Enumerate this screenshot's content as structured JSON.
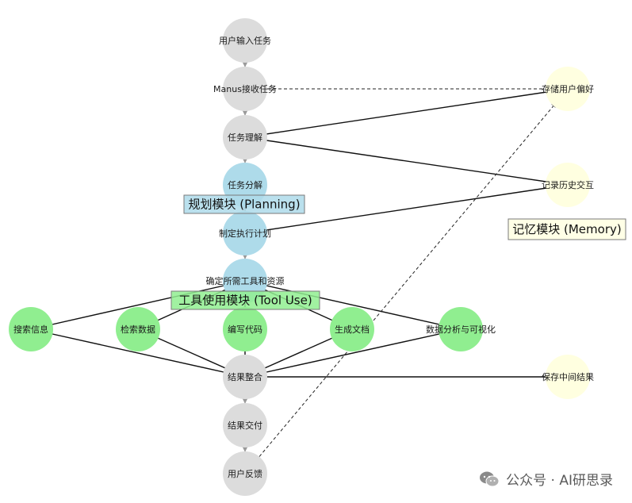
{
  "nodes": [
    {
      "id": "n1",
      "label": "用户输入任务",
      "group": "core"
    },
    {
      "id": "n2",
      "label": "Manus接收任务",
      "group": "core"
    },
    {
      "id": "n3",
      "label": "任务理解",
      "group": "core"
    },
    {
      "id": "n4",
      "label": "任务分解",
      "group": "planning"
    },
    {
      "id": "n5",
      "label": "制定执行计划",
      "group": "planning"
    },
    {
      "id": "n6",
      "label": "确定所需工具和资源",
      "group": "planning"
    },
    {
      "id": "t1",
      "label": "搜索信息",
      "group": "tool"
    },
    {
      "id": "t2",
      "label": "检索数据",
      "group": "tool"
    },
    {
      "id": "t3",
      "label": "编写代码",
      "group": "tool"
    },
    {
      "id": "t4",
      "label": "生成文档",
      "group": "tool"
    },
    {
      "id": "t5",
      "label": "数据分析与可视化",
      "group": "tool"
    },
    {
      "id": "n7",
      "label": "结果整合",
      "group": "core"
    },
    {
      "id": "n8",
      "label": "结果交付",
      "group": "core"
    },
    {
      "id": "n9",
      "label": "用户反馈",
      "group": "core"
    },
    {
      "id": "m1",
      "label": "存储用户偏好",
      "group": "memory"
    },
    {
      "id": "m2",
      "label": "记录历史交互",
      "group": "memory"
    },
    {
      "id": "m3",
      "label": "保存中间结果",
      "group": "memory"
    }
  ],
  "modules": [
    {
      "id": "planning",
      "label": "规划模块 (Planning)"
    },
    {
      "id": "tool",
      "label": "工具使用模块 (Tool Use)"
    },
    {
      "id": "memory",
      "label": "记忆模块 (Memory)"
    }
  ],
  "edges": [
    {
      "from": "n1",
      "to": "n2",
      "style": "arrow"
    },
    {
      "from": "n2",
      "to": "n3",
      "style": "arrow"
    },
    {
      "from": "n3",
      "to": "n4",
      "style": "arrow"
    },
    {
      "from": "n4",
      "to": "n5",
      "style": "arrow"
    },
    {
      "from": "n5",
      "to": "n6",
      "style": "arrow"
    },
    {
      "from": "n6",
      "to": "t1",
      "style": "solid"
    },
    {
      "from": "n6",
      "to": "t2",
      "style": "solid"
    },
    {
      "from": "n6",
      "to": "t3",
      "style": "solid"
    },
    {
      "from": "n6",
      "to": "t4",
      "style": "solid"
    },
    {
      "from": "n6",
      "to": "t5",
      "style": "solid"
    },
    {
      "from": "t1",
      "to": "n7",
      "style": "solid"
    },
    {
      "from": "t2",
      "to": "n7",
      "style": "solid"
    },
    {
      "from": "t3",
      "to": "n7",
      "style": "solid"
    },
    {
      "from": "t4",
      "to": "n7",
      "style": "solid"
    },
    {
      "from": "t5",
      "to": "n7",
      "style": "solid"
    },
    {
      "from": "n7",
      "to": "n8",
      "style": "arrow"
    },
    {
      "from": "n8",
      "to": "n9",
      "style": "arrow"
    },
    {
      "from": "n2",
      "to": "m1",
      "style": "dashed"
    },
    {
      "from": "n3",
      "to": "m1",
      "style": "solid"
    },
    {
      "from": "n3",
      "to": "m2",
      "style": "solid"
    },
    {
      "from": "n5",
      "to": "m2",
      "style": "solid"
    },
    {
      "from": "n7",
      "to": "m3",
      "style": "solid"
    },
    {
      "from": "n9",
      "to": "m1",
      "style": "dashed-arrow"
    }
  ],
  "colors": {
    "core": "#dcdcdc",
    "planning": "#aedbea",
    "tool": "#90ee90",
    "memory": "#ffffe0",
    "planning_box": "#aedbea",
    "tool_box": "#90ee90",
    "memory_box": "#ffffe6"
  },
  "watermark": {
    "text": "公众号 · AI研思录",
    "icon": "wechat-icon"
  }
}
